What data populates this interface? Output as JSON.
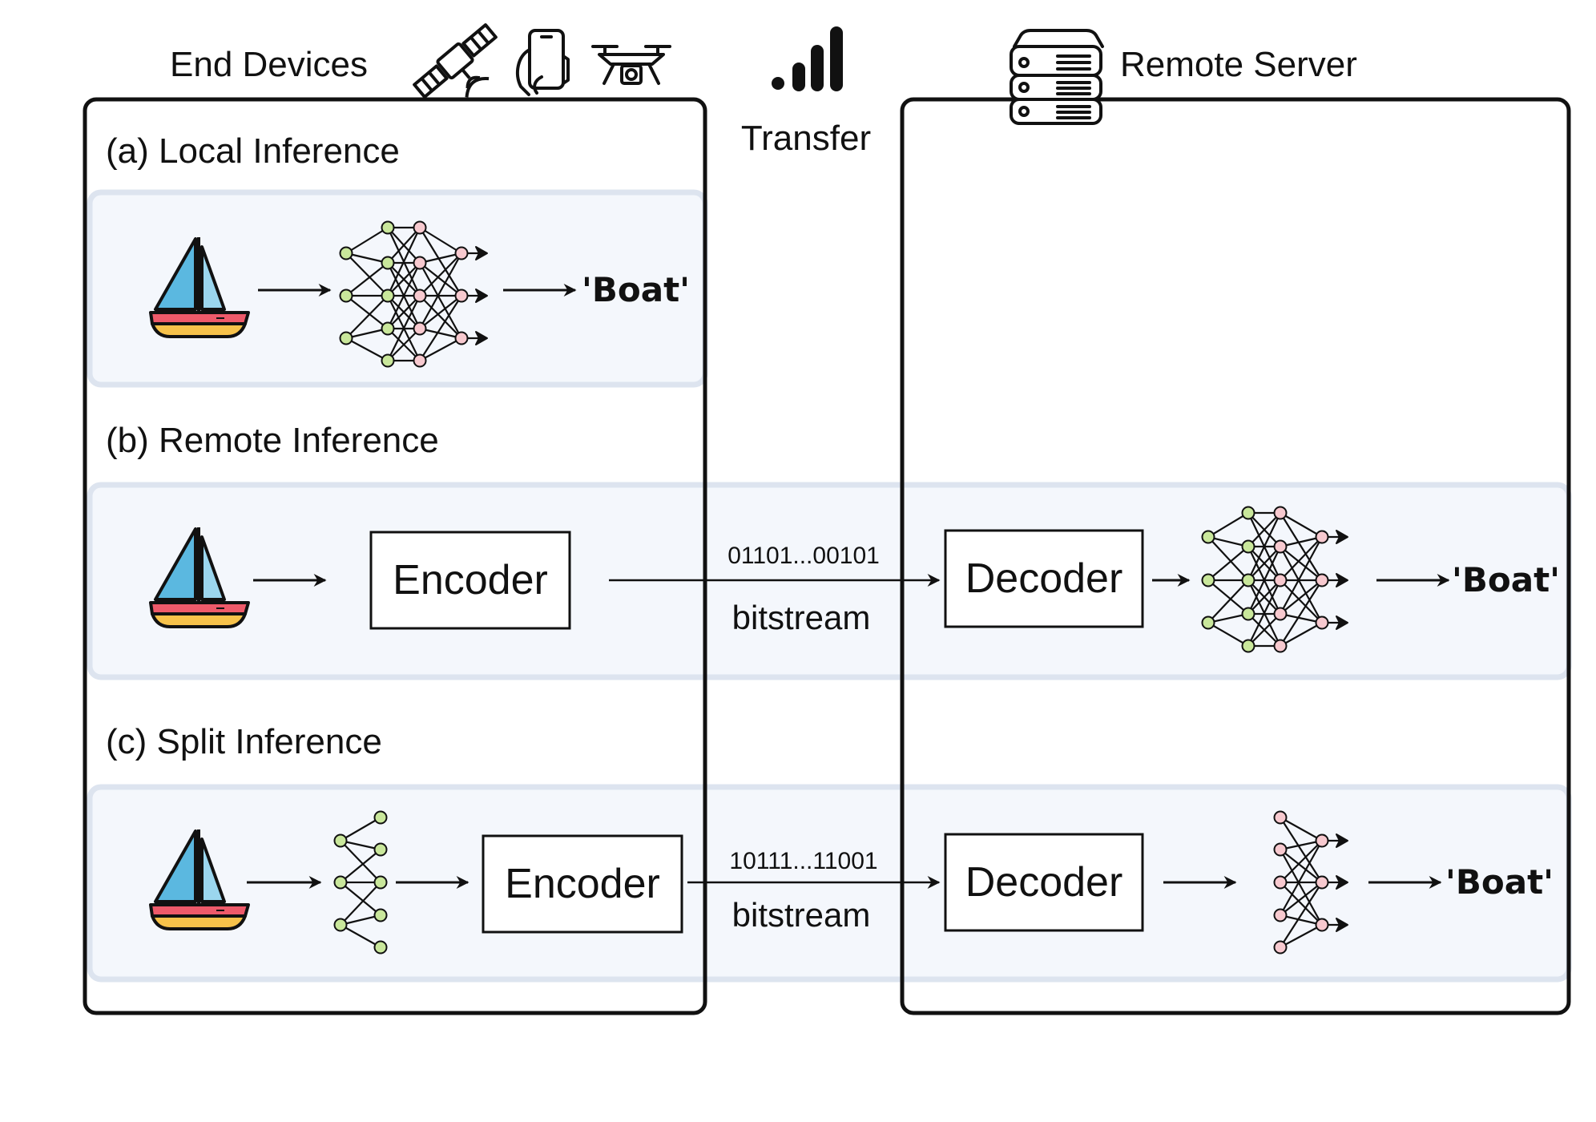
{
  "header": {
    "end_devices": "End Devices",
    "transfer": "Transfer",
    "remote_server": "Remote Server"
  },
  "sections": {
    "local": {
      "title": "(a) Local Inference",
      "output": "'Boat'"
    },
    "remote": {
      "title": "(b) Remote Inference",
      "encoder": "Encoder",
      "decoder": "Decoder",
      "bits": "01101...00101",
      "bitstream": "bitstream",
      "output": "'Boat'"
    },
    "split": {
      "title": "(c) Split Inference",
      "encoder": "Encoder",
      "decoder": "Decoder",
      "bits": "10111...11001",
      "bitstream": "bitstream",
      "output": "'Boat'"
    }
  },
  "icons": [
    "satellite-icon",
    "smartphone-icon",
    "drone-icon",
    "signal-bars-icon",
    "server-icon",
    "sailboat-icon",
    "neural-network-icon"
  ],
  "colors": {
    "band_fill": "#f4f7fc",
    "band_stroke": "#dde4ef",
    "node_green": "#c9e79b",
    "node_pink": "#f7c9cf",
    "sail": "#5bb8e0",
    "hull_top": "#ee5a6a",
    "hull_bottom": "#f7c24a"
  }
}
